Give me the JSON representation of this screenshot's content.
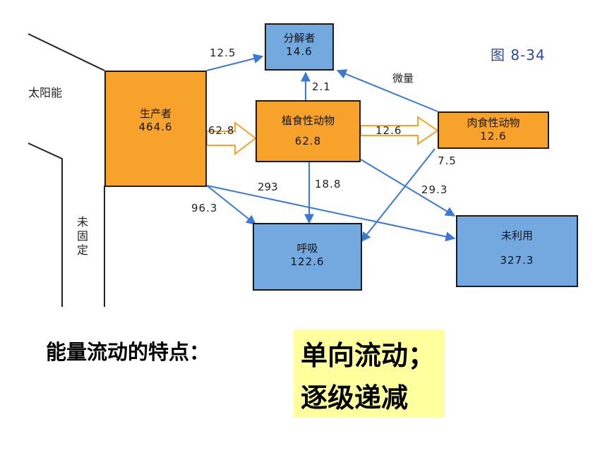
{
  "figure_label": "图 8-34",
  "solar_label": "太阳能",
  "unfixed_label": "未固定",
  "boxes": {
    "producer": {
      "name": "生产者",
      "value": "464.6"
    },
    "decomposer": {
      "name": "分解者",
      "value": "14.6"
    },
    "herbivore": {
      "name": "植食性动物",
      "value": "62.8"
    },
    "carnivore": {
      "name": "肉食性动物",
      "value": "12.6"
    },
    "respiration": {
      "name": "呼吸",
      "value": "122.6"
    },
    "unused": {
      "name": "未利用",
      "value": "327.3"
    }
  },
  "flows": {
    "producer_to_decomposer": "12.5",
    "producer_to_herbivore": "62.8",
    "herbivore_to_decomposer": "2.1",
    "carnivore_to_decomposer": "微量",
    "herbivore_to_carnivore": "12.6",
    "carnivore_to_respiration": "7.5",
    "producer_to_unused": "293",
    "herbivore_to_respiration": "18.8",
    "herbivore_to_unused": "29.3",
    "producer_to_respiration": "96.3"
  },
  "colors": {
    "trophic_box": "#f7a22b",
    "sink_box": "#74a9e0",
    "arrow": "#3a78d8",
    "hollow_arrow": "#f7a22b",
    "highlight": "#ffff9d",
    "figure_label": "#2b4a9a"
  },
  "summary": {
    "title": "能量流动的特点：",
    "line1": "单向流动；",
    "line2": "逐级递减"
  }
}
